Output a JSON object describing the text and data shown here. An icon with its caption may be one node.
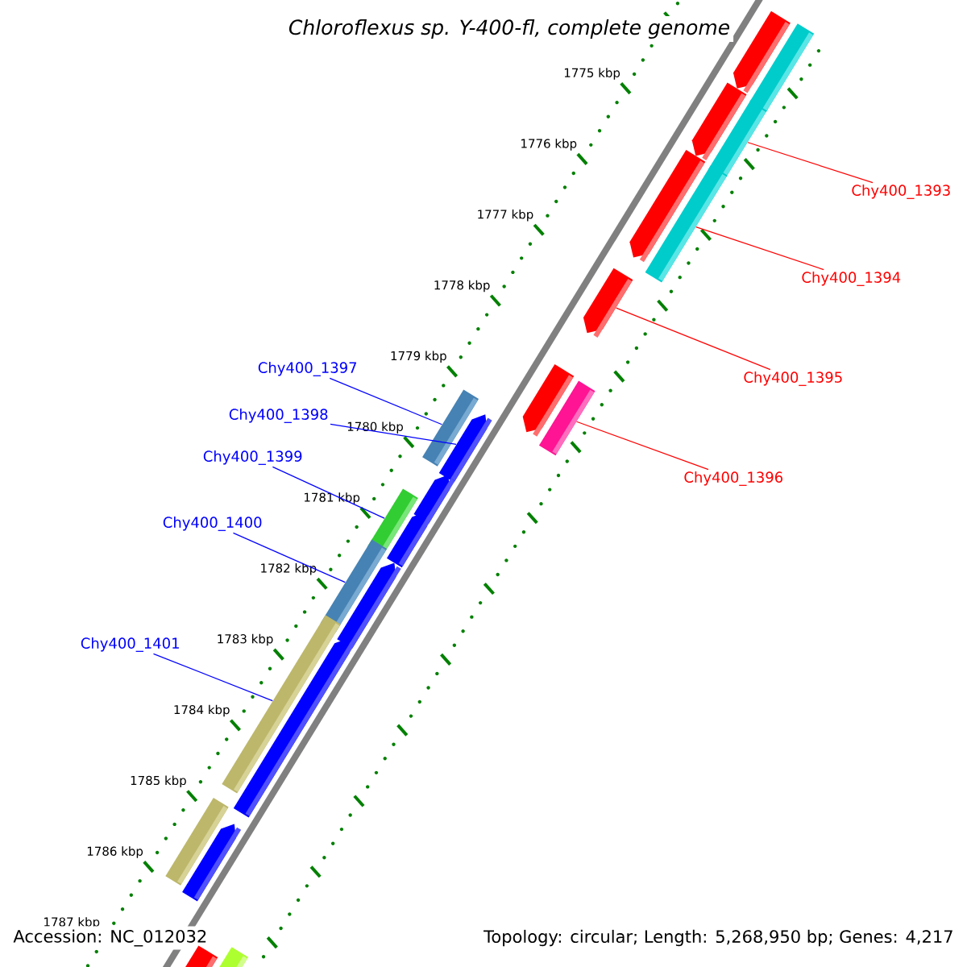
{
  "diagram": {
    "title": "Chloroflexus sp. Y-400-fl, complete genome",
    "nodes": [
      {
        "text": [
          "Chy400_1393"
        ]
      },
      {
        "text": [
          "Chy400_1394"
        ]
      },
      {
        "text": [
          "Chy400_1395"
        ]
      },
      {
        "text": [
          "Chy400_1396"
        ]
      },
      {
        "text": [
          "Chy400_1397"
        ]
      },
      {
        "text": [
          "Chy400_1398"
        ]
      },
      {
        "text": [
          "Chy400_1399"
        ]
      },
      {
        "text": [
          "Chy400_1400"
        ]
      },
      {
        "text": [
          "Chy400_1401"
        ]
      },
      {
        "text": [],
        "shape": "bar"
      },
      {
        "text": [],
        "shape": "bar"
      },
      {
        "text": [],
        "shape": "bar"
      },
      {
        "text": [],
        "shape": "bar"
      },
      {
        "text": [],
        "shape": "bar"
      },
      {
        "text": [],
        "shape": "bar"
      },
      {
        "text": [],
        "shape": "bar"
      },
      {
        "text": [],
        "shape": "bar"
      },
      {
        "text": [],
        "shape": "bar"
      },
      {
        "text": [],
        "shape": "bar"
      },
      {
        "text": [],
        "shape": "bar"
      },
      {
        "text": [],
        "shape": "bar"
      },
      {
        "text": [],
        "shape": "bar"
      },
      {
        "text": [],
        "shape": "bar"
      },
      {
        "text": [],
        "shape": "bar"
      },
      {
        "text": [],
        "shape": "bar"
      },
      {
        "text": [],
        "shape": "bar"
      },
      {
        "text": [],
        "shape": "bar"
      },
      {
        "text": [],
        "shape": "bar"
      },
      {
        "text": [],
        "shape": "bar"
      },
      {
        "text": [],
        "shape": "bar"
      },
      {
        "text": [],
        "shape": "bar"
      }
    ],
    "edges": [
      {
        "from": 0,
        "to": 9,
        "arrow": "none",
        "color": "#ff0000"
      },
      {
        "from": 1,
        "to": 10,
        "arrow": "none",
        "color": "#ff0000"
      },
      {
        "from": 2,
        "to": 11,
        "arrow": "none",
        "color": "#ff0000"
      },
      {
        "from": 3,
        "to": 12,
        "arrow": "none",
        "color": "#ff0000"
      },
      {
        "from": 4,
        "to": 13,
        "arrow": "none"
      },
      {
        "from": 5,
        "to": 14,
        "arrow": "none"
      },
      {
        "from": 6,
        "to": 15,
        "arrow": "none"
      },
      {
        "from": 7,
        "to": 16,
        "arrow": "none"
      },
      {
        "from": 8,
        "to": 17,
        "arrow": "none"
      }
    ],
    "labels": [
      "1775 kbp",
      "1776 kbp",
      "1777 kbp",
      "1778 kbp",
      "1779 kbp",
      "1780 kbp",
      "1781 kbp",
      "1782 kbp",
      "1783 kbp",
      "1784 kbp",
      "1785 kbp",
      "1786 kbp",
      "1787 kbp",
      "Accession: NC_012032",
      "Topology: circular; Length: 5,268,950 bp; Genes: 4,217"
    ]
  }
}
